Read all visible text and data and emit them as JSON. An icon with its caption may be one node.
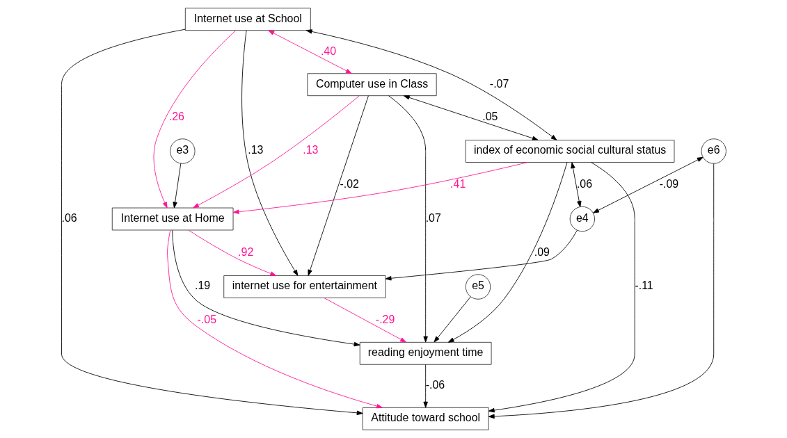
{
  "diagram": {
    "nodes": [
      {
        "text": [
          "Internet use at School"
        ]
      },
      {
        "text": [
          "e6"
        ]
      },
      {
        "text": [
          "e3"
        ]
      },
      {
        "text": [
          "Attitude toward school"
        ]
      },
      {
        "text": [
          "Internet use at Home"
        ]
      },
      {
        "text": [
          "Computer use in Class"
        ]
      },
      {
        "text": [
          "e4"
        ]
      },
      {
        "text": [
          "internet use for entertainment"
        ]
      },
      {
        "text": [
          "reading enjoyment time"
        ]
      },
      {
        "text": [
          "e5"
        ]
      },
      {
        "text": [
          "index of economic social cultural status"
        ]
      }
    ],
    "edges": [
      {
        "from": 0,
        "to": 5,
        "arrow": "both",
        "label": ".40",
        "color": "#ff1493"
      },
      {
        "from": 0,
        "to": 10,
        "arrow": "both",
        "label": "-.07"
      },
      {
        "from": 5,
        "to": 10,
        "arrow": "both",
        "label": ".05"
      },
      {
        "from": 0,
        "to": 3,
        "arrow": "to",
        "label": ".06"
      },
      {
        "from": 0,
        "to": 4,
        "arrow": "to",
        "label": ".26",
        "color": "#ff1493"
      },
      {
        "from": 0,
        "to": 7,
        "arrow": "to",
        "label": ".13"
      },
      {
        "from": 1,
        "to": 6,
        "arrow": "both",
        "label": "-.09"
      },
      {
        "from": 1,
        "to": 3,
        "arrow": "to"
      },
      {
        "from": 2,
        "to": 4,
        "arrow": "to"
      },
      {
        "from": 4,
        "to": 3,
        "arrow": "to",
        "label": "-.05",
        "color": "#ff1493"
      },
      {
        "from": 5,
        "to": 4,
        "arrow": "to",
        "label": ".13",
        "color": "#ff1493"
      },
      {
        "from": 8,
        "to": 3,
        "arrow": "to",
        "label": "-.06"
      },
      {
        "from": 5,
        "to": 8,
        "arrow": "to",
        "label": ".07"
      },
      {
        "from": 5,
        "to": 7,
        "arrow": "to",
        "label": "-.02"
      },
      {
        "from": 10,
        "to": 3,
        "arrow": "to",
        "label": "-.11"
      },
      {
        "from": 10,
        "to": 6,
        "arrow": "both",
        "label": ".06"
      },
      {
        "from": 10,
        "to": 4,
        "arrow": "to",
        "label": ".41",
        "color": "#ff1493"
      },
      {
        "from": 4,
        "to": 8,
        "arrow": "to",
        "label": ".19"
      },
      {
        "from": 4,
        "to": 7,
        "arrow": "to",
        "label": ".92",
        "color": "#ff1493"
      },
      {
        "from": 6,
        "to": 7,
        "arrow": "to"
      },
      {
        "from": 7,
        "to": 8,
        "arrow": "to",
        "label": "-.29",
        "color": "#ff1493"
      },
      {
        "from": 10,
        "to": 8,
        "arrow": "to",
        "label": ".09"
      },
      {
        "from": 9,
        "to": 8,
        "arrow": "to"
      }
    ]
  }
}
